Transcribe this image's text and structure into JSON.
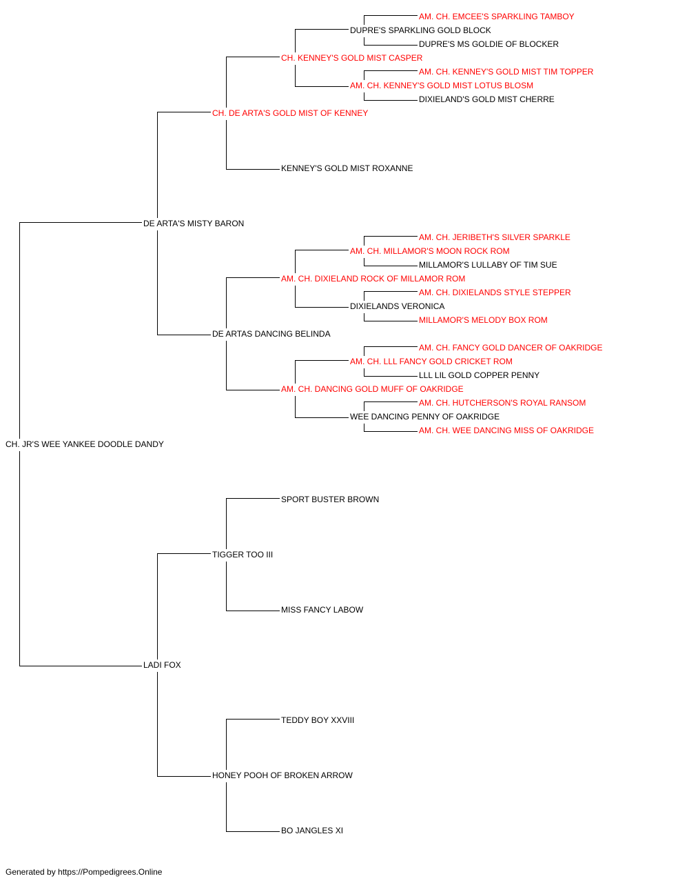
{
  "colors": {
    "champion": "#ff0000",
    "normal": "#000000",
    "line": "#000000"
  },
  "pedigree": {
    "subject": {
      "name": "CH. JR'S WEE YANKEE DOODLE DANDY",
      "champion": false
    },
    "sire": {
      "name": "DE ARTA'S MISTY BARON",
      "champion": false
    },
    "dam": {
      "name": "LADI FOX",
      "champion": false
    },
    "sire_sire": {
      "name": "CH. DE ARTA'S GOLD MIST OF KENNEY",
      "champion": true
    },
    "sire_dam": {
      "name": "DE ARTAS DANCING BELINDA",
      "champion": false
    },
    "dam_sire": {
      "name": "TIGGER TOO III",
      "champion": false
    },
    "dam_dam": {
      "name": "HONEY POOH OF BROKEN ARROW",
      "champion": false
    },
    "ss_sire": {
      "name": "CH. KENNEY'S GOLD MIST CASPER",
      "champion": true
    },
    "ss_dam": {
      "name": "KENNEY'S GOLD MIST ROXANNE",
      "champion": false
    },
    "sd_sire": {
      "name": "AM. CH. DIXIELAND ROCK OF MILLAMOR ROM",
      "champion": true
    },
    "sd_dam": {
      "name": "AM. CH. DANCING GOLD MUFF OF OAKRIDGE",
      "champion": true
    },
    "ds_sire": {
      "name": "SPORT BUSTER BROWN",
      "champion": false
    },
    "ds_dam": {
      "name": "MISS FANCY LABOW",
      "champion": false
    },
    "dd_sire": {
      "name": "TEDDY BOY XXVIII",
      "champion": false
    },
    "dd_dam": {
      "name": "BO JANGLES XI",
      "champion": false
    },
    "sss_sire": {
      "name": "DUPRE'S SPARKLING GOLD BLOCK",
      "champion": false
    },
    "sss_dam": {
      "name": "AM. CH. KENNEY'S GOLD MIST LOTUS BLOSM",
      "champion": true
    },
    "sds_sire": {
      "name": "AM. CH. MILLAMOR'S MOON ROCK ROM",
      "champion": true
    },
    "sds_dam": {
      "name": "DIXIELANDS VERONICA",
      "champion": false
    },
    "sdd_sire": {
      "name": "AM. CH. LLL FANCY GOLD CRICKET ROM",
      "champion": true
    },
    "sdd_dam": {
      "name": "WEE DANCING PENNY OF OAKRIDGE",
      "champion": false
    },
    "g5_1": {
      "name": "AM. CH. EMCEE'S SPARKLING TAMBOY",
      "champion": true
    },
    "g5_2": {
      "name": "DUPRE'S MS GOLDIE OF BLOCKER",
      "champion": false
    },
    "g5_3": {
      "name": "AM. CH. KENNEY'S GOLD MIST TIM TOPPER",
      "champion": true
    },
    "g5_4": {
      "name": "DIXIELAND'S GOLD MIST CHERRE",
      "champion": false
    },
    "g5_5": {
      "name": "AM. CH. JERIBETH'S SILVER SPARKLE",
      "champion": true
    },
    "g5_6": {
      "name": "MILLAMOR'S LULLABY OF TIM SUE",
      "champion": false
    },
    "g5_7": {
      "name": "AM. CH. DIXIELANDS STYLE STEPPER",
      "champion": true
    },
    "g5_8": {
      "name": "MILLAMOR'S MELODY BOX ROM",
      "champion": true
    },
    "g5_9": {
      "name": "AM. CH. FANCY GOLD DANCER OF OAKRIDGE",
      "champion": true
    },
    "g5_10": {
      "name": "LLL LIL GOLD COPPER PENNY",
      "champion": false
    },
    "g5_11": {
      "name": "AM. CH. HUTCHERSON'S ROYAL RANSOM",
      "champion": true
    },
    "g5_12": {
      "name": "AM. CH. WEE DANCING MISS OF OAKRIDGE",
      "champion": true
    }
  },
  "footer": "Generated by https://Pompedigrees.Online"
}
